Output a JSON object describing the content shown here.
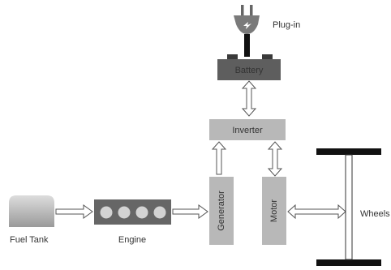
{
  "labels": {
    "plug_in": "Plug-in",
    "battery": "Battery",
    "inverter": "Inverter",
    "generator": "Generator",
    "motor": "Motor",
    "wheels": "Wheels",
    "fuel_tank": "Fuel Tank",
    "engine": "Engine"
  },
  "colors": {
    "box_fill": "#b8b8b8",
    "battery_fill": "#5e5e5e",
    "engine_fill": "#666666",
    "cylinder_fill": "#d3d3d3",
    "arrow_stroke": "#555555",
    "axle": "#111111"
  },
  "icons": [
    "plug-icon"
  ]
}
